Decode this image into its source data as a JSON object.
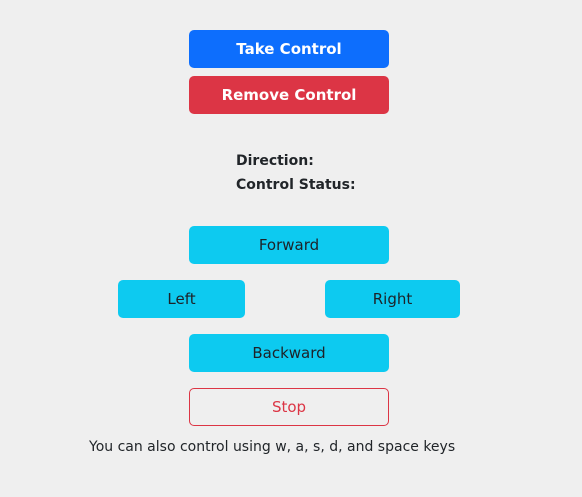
{
  "control": {
    "take_label": "Take Control",
    "remove_label": "Remove Control"
  },
  "status": {
    "direction_label": "Direction:",
    "direction_value": "",
    "control_status_label": "Control Status:",
    "control_status_value": ""
  },
  "movement": {
    "forward_label": "Forward",
    "left_label": "Left",
    "right_label": "Right",
    "backward_label": "Backward",
    "stop_label": "Stop"
  },
  "hint_text": "You can also control using w, a, s, d, and space keys",
  "colors": {
    "background": "#efefef",
    "primary": "#0d6efd",
    "danger": "#dc3545",
    "info": "#0dcaf0"
  }
}
